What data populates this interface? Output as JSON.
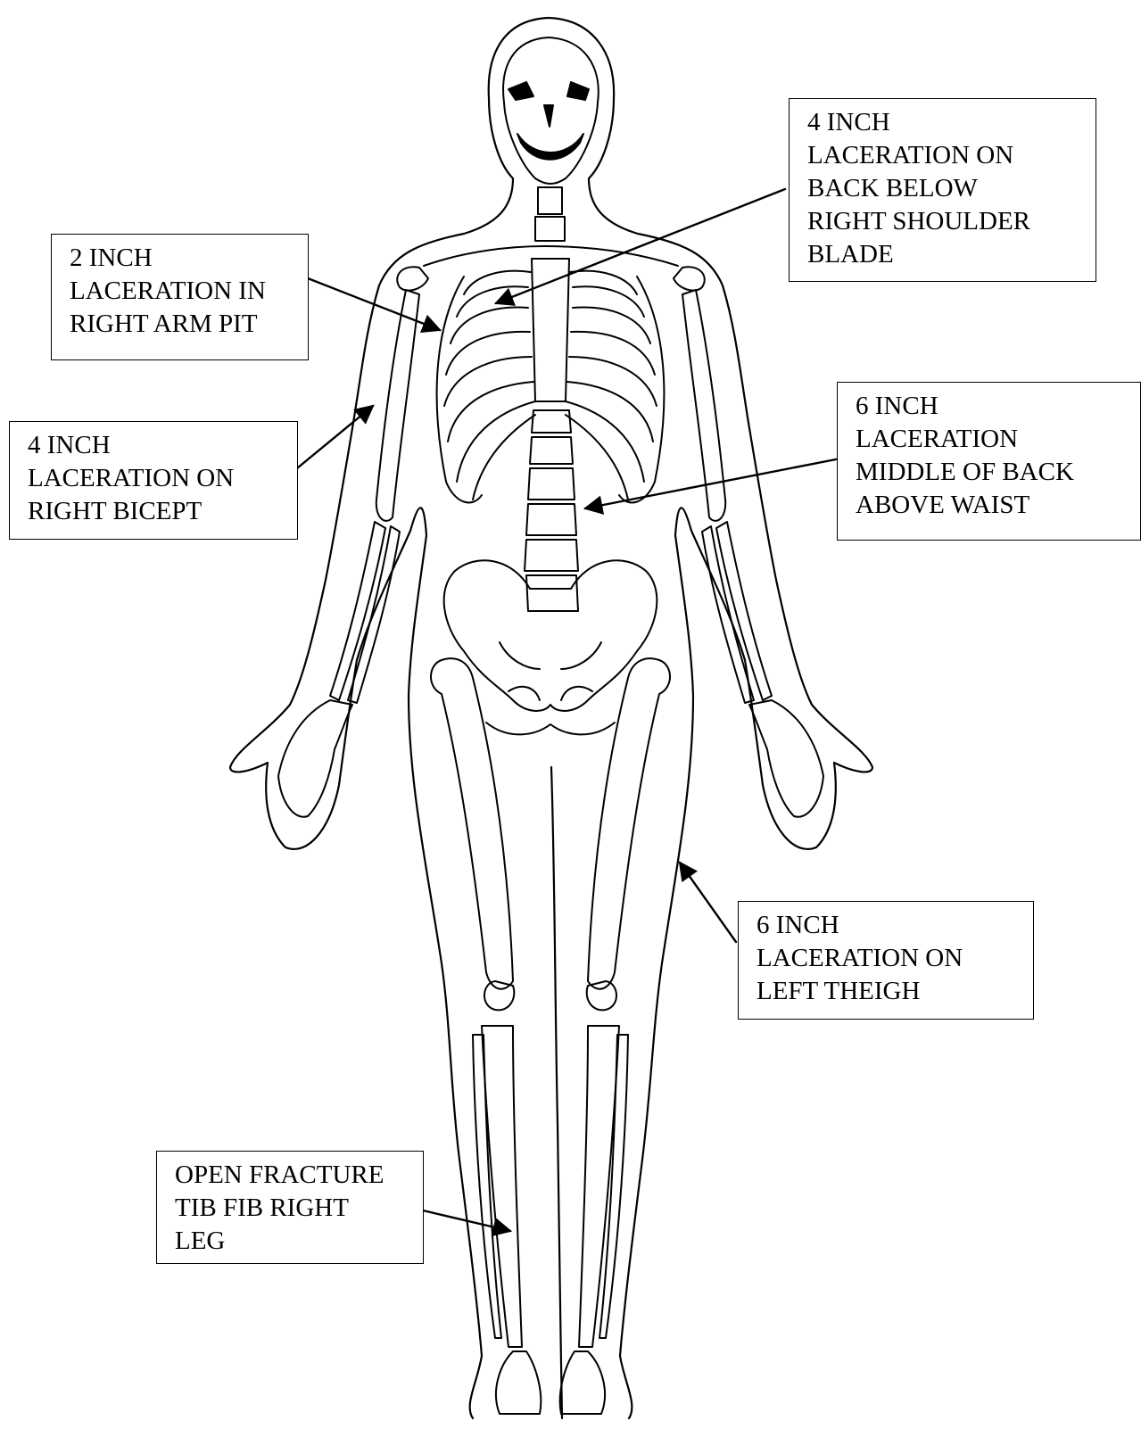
{
  "annotations": [
    {
      "id": "armpit",
      "lines": [
        "2 INCH",
        "LACERATION IN",
        "RIGHT ARM PIT"
      ]
    },
    {
      "id": "shoulder-blade",
      "lines": [
        "4 INCH",
        "LACERATION ON",
        "BACK BELOW",
        "RIGHT SHOULDER",
        "BLADE"
      ]
    },
    {
      "id": "bicep",
      "lines": [
        "4 INCH",
        "LACERATION ON",
        "RIGHT BICEPT"
      ]
    },
    {
      "id": "middle-back",
      "lines": [
        "6 INCH",
        "LACERATION",
        "MIDDLE OF BACK",
        "ABOVE WAIST"
      ]
    },
    {
      "id": "thigh",
      "lines": [
        "6 INCH",
        "LACERATION ON",
        "LEFT THEIGH"
      ]
    },
    {
      "id": "tibfib",
      "lines": [
        "OPEN FRACTURE",
        "TIB FIB RIGHT",
        "LEG"
      ]
    }
  ],
  "colors": {
    "ink": "#000000",
    "paper": "#ffffff"
  }
}
